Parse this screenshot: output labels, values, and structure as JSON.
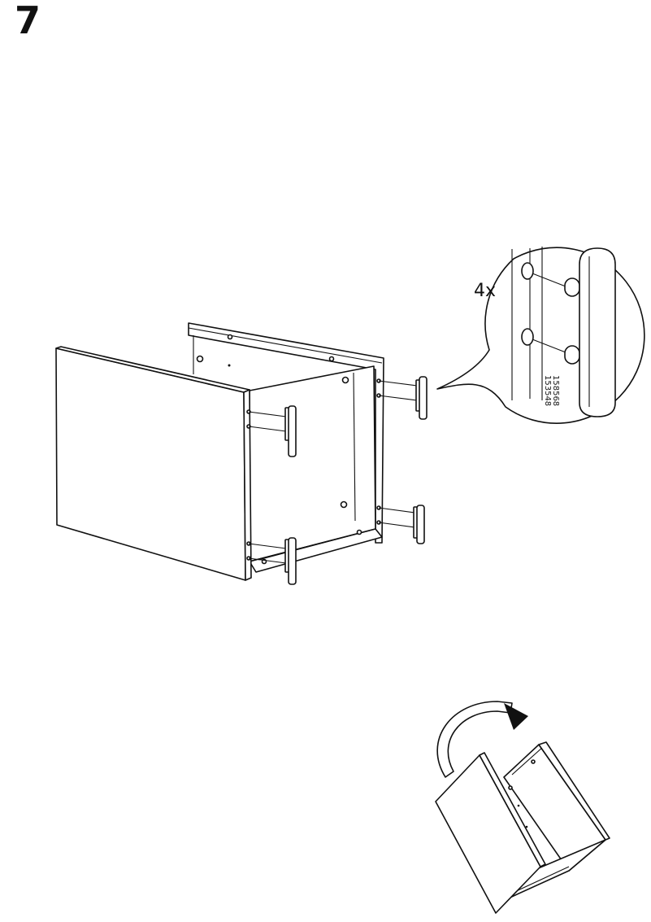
{
  "step": {
    "number": "7"
  },
  "detail": {
    "quantity": "4x",
    "part_numbers": [
      "158568",
      "153548"
    ]
  },
  "icons": {
    "main": "cabinet-assembly-illustration",
    "detail": "dowel-insert-detail-icon",
    "flip": "flip-rotate-arrow-icon"
  }
}
